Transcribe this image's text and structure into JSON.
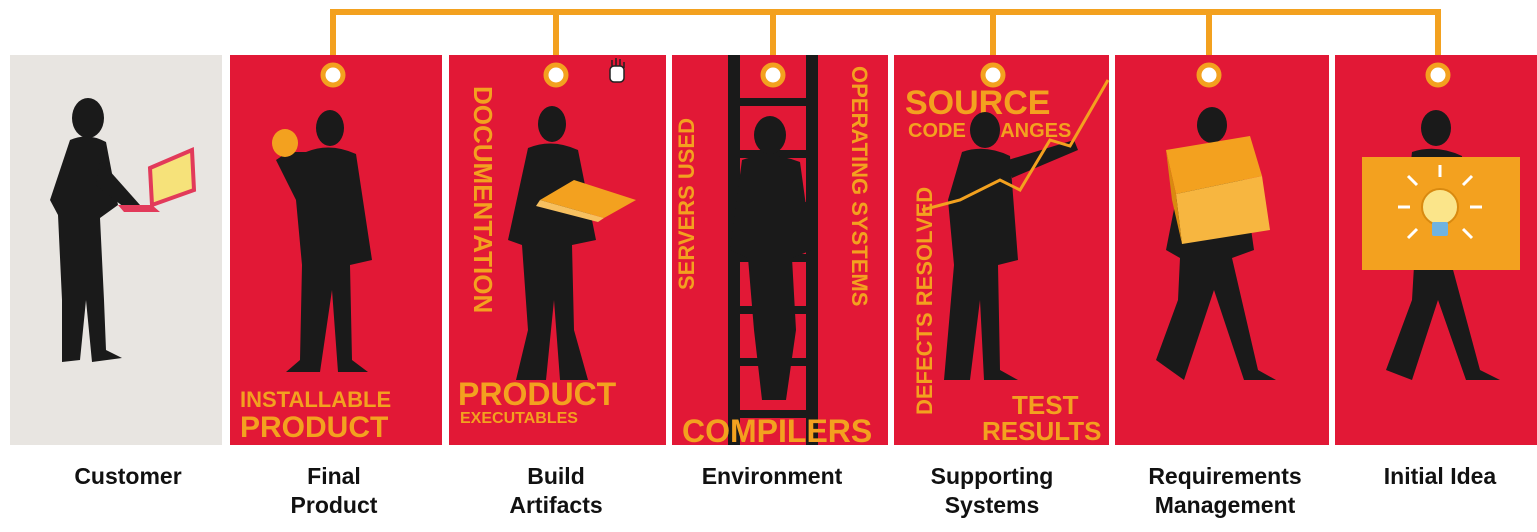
{
  "colors": {
    "panel_red": "#e21836",
    "customer_bg": "#e8e5e1",
    "accent_orange": "#f3a11f",
    "silhouette": "#1a1a1a",
    "caption": "#111111"
  },
  "panels": [
    {
      "caption": [
        "Customer"
      ],
      "words": []
    },
    {
      "caption": [
        "Final",
        "Product"
      ],
      "words": [
        "INSTALLABLE",
        "PRODUCT"
      ]
    },
    {
      "caption": [
        "Build",
        "Artifacts"
      ],
      "words": [
        "DOCUMENTATION",
        "PRODUCT",
        "EXECUTABLES"
      ]
    },
    {
      "caption": [
        "Environment"
      ],
      "words": [
        "SERVERS USED",
        "OPERATING SYSTEMS",
        "COMPILERS"
      ]
    },
    {
      "caption": [
        "Supporting",
        "Systems"
      ],
      "words": [
        "SOURCE",
        "CODE CHANGES",
        "DEFECTS RESOLVED",
        "TEST",
        "RESULTS"
      ]
    },
    {
      "caption": [
        "Requirements",
        "Management"
      ],
      "words": []
    },
    {
      "caption": [
        "Initial Idea"
      ],
      "words": []
    }
  ],
  "icons": [
    "laptop-icon",
    "coin-icon",
    "open-binder-icon",
    "ladder-icon",
    "growth-chart-icon",
    "boxes-icon",
    "lightbulb-icon",
    "hand-cursor-icon"
  ]
}
